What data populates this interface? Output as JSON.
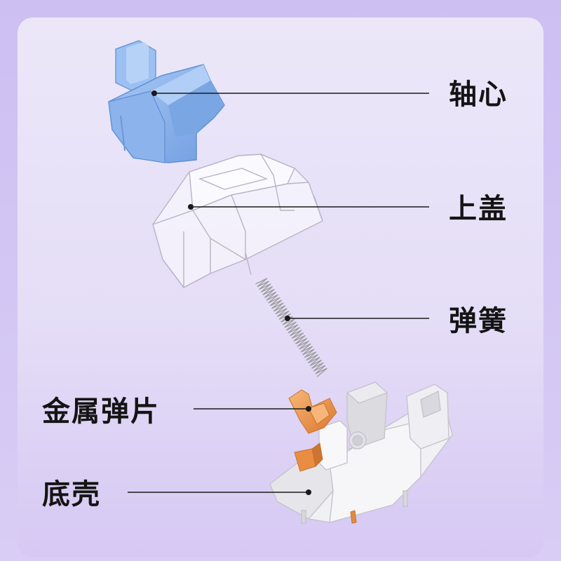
{
  "parts": {
    "stem": {
      "label": "轴心",
      "color": "#8fb6ec"
    },
    "top_housing": {
      "label": "上盖",
      "color": "#f4f2fb"
    },
    "spring": {
      "label": "弹簧",
      "color": "#9a9a9a"
    },
    "metal_leaf": {
      "label": "金属弹片",
      "color": "#ee9a52"
    },
    "bottom_housing": {
      "label": "底壳",
      "color": "#f2f1f4"
    }
  },
  "colors": {
    "background": "#d8ccf4",
    "panel": "#e6e0f7",
    "leader_line": "#1a1a1a"
  }
}
